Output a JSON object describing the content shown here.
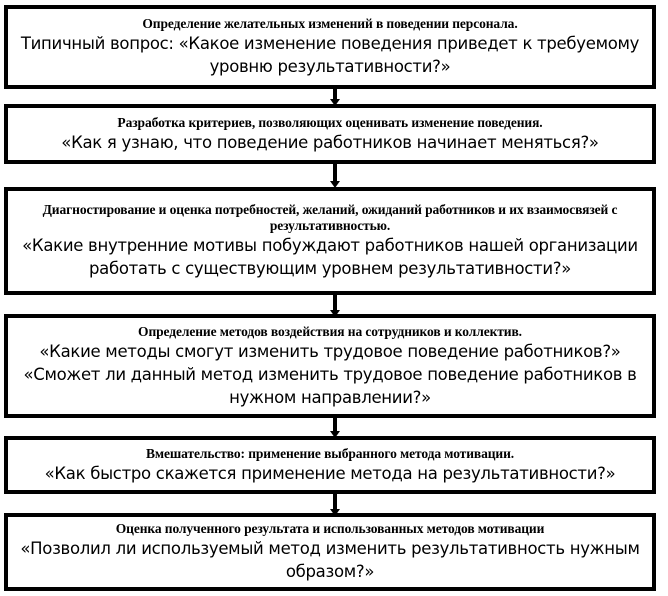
{
  "diagram": {
    "type": "flowchart",
    "orientation": "vertical",
    "background_color": "#ffffff",
    "border_color": "#000000",
    "text_color": "#000000",
    "nodes": [
      {
        "id": "node-1",
        "title": "Определение желательных изменений в поведении персонала.",
        "lines": [
          "Типичный вопрос: «Какое изменение поведения приведет к требуемому",
          "уровню результативности?»"
        ]
      },
      {
        "id": "node-2",
        "title": "Разработка критериев, позволяющих оценивать изменение поведения.",
        "lines": [
          "«Как я узнаю, что поведение работников начинает меняться?»"
        ]
      },
      {
        "id": "node-3",
        "title": "Диагностирование и оценка потребностей, желаний, ожиданий работников и их взаимосвязей с результативностью.",
        "lines": [
          "«Какие внутренние мотивы побуждают работников нашей организации",
          "работать с существующим уровнем результативности?»"
        ]
      },
      {
        "id": "node-4",
        "title": "Определение методов воздействия на сотрудников и коллектив.",
        "lines": [
          "«Какие методы смогут изменить трудовое поведение работников?»",
          "«Сможет ли данный метод изменить трудовое поведение работников в",
          "нужном направлении?»"
        ]
      },
      {
        "id": "node-5",
        "title": "Вмешательство: применение выбранного метода мотивации.",
        "lines": [
          "«Как быстро скажется применение метода на результативности?»"
        ]
      },
      {
        "id": "node-6",
        "title": "Оценка полученного результата и использованных методов мотивации",
        "lines": [
          "«Позволил ли используемый метод изменить результативность нужным",
          "образом?»"
        ]
      }
    ],
    "connectors": [
      {
        "id": "arrow-1-2",
        "from": "node-1",
        "to": "node-2",
        "shape": "down-arrow-icon"
      },
      {
        "id": "arrow-2-3",
        "from": "node-2",
        "to": "node-3",
        "shape": "down-arrow-icon"
      },
      {
        "id": "arrow-3-4",
        "from": "node-3",
        "to": "node-4",
        "shape": "down-arrow-icon"
      },
      {
        "id": "arrow-4-5",
        "from": "node-4",
        "to": "node-5",
        "shape": "down-arrow-icon"
      },
      {
        "id": "arrow-5-6",
        "from": "node-5",
        "to": "node-6",
        "shape": "down-arrow-icon"
      }
    ]
  }
}
